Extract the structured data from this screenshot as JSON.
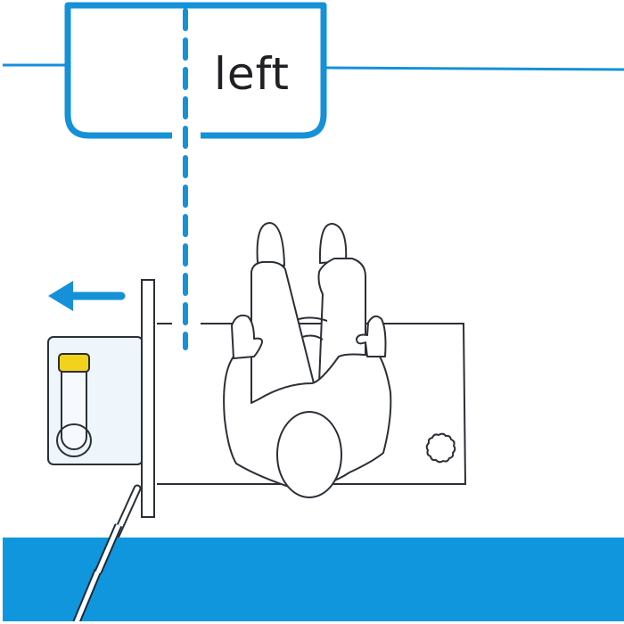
{
  "diagram": {
    "label": {
      "text": "left"
    },
    "direction_arrow": {
      "direction": "left",
      "icon": "arrow-left-icon"
    },
    "elements": [
      "wall-line",
      "label-box",
      "center-dashed-line",
      "desk",
      "seated-person",
      "side-cabinet",
      "test-tube",
      "door-panel",
      "cane",
      "round-object",
      "floor-band"
    ],
    "colors": {
      "accent_blue": "#1591d8",
      "floor_blue": "#0f96dc",
      "outline": "#2b2f36",
      "cabinet_fill": "#eef5fb",
      "tube_cap": "#f2d21c",
      "text": "#1f1f24",
      "background": "#ffffff"
    }
  }
}
